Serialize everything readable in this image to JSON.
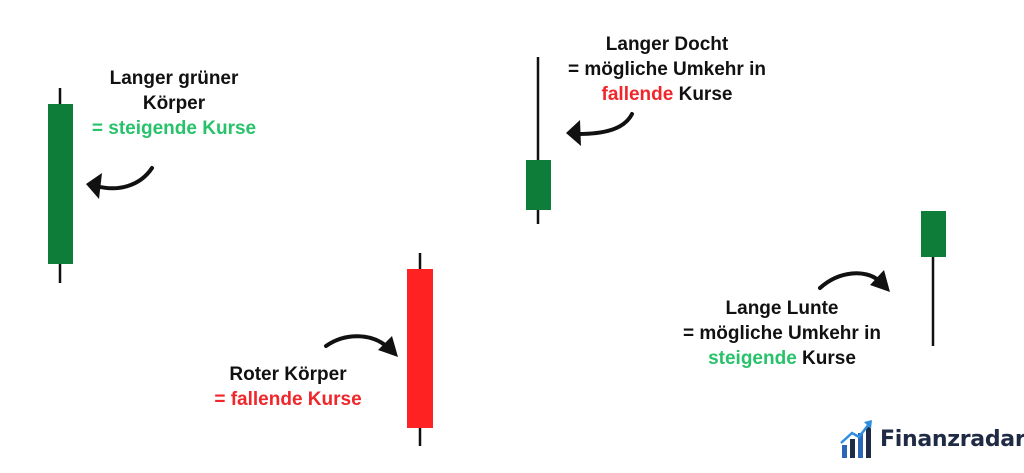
{
  "colors": {
    "bullish": "#0e7d3a",
    "bearish": "#ff2222",
    "accent_green": "#27c26a",
    "accent_red": "#f0262b",
    "wick": "#111111",
    "text": "#111111",
    "brand": "#1f2a44"
  },
  "annotations": {
    "green_body": {
      "line1": "Langer grüner",
      "line2": "Körper",
      "line3": "= steigende Kurse"
    },
    "long_wick": {
      "line1": "Langer Docht",
      "line2": "= mögliche Umkehr in",
      "line3_highlight": "fallende",
      "line3_rest": " Kurse"
    },
    "red_body": {
      "line1": "Roter Körper",
      "line2": "= fallende Kurse"
    },
    "long_shadow": {
      "line1": "Lange Lunte",
      "line2": "= mögliche Umkehr in",
      "line3_highlight": "steigende",
      "line3_rest": " Kurse"
    }
  },
  "brand": {
    "name": "Finanzradar",
    "logo_icon": "rising-bar-chart-arrow-icon"
  }
}
